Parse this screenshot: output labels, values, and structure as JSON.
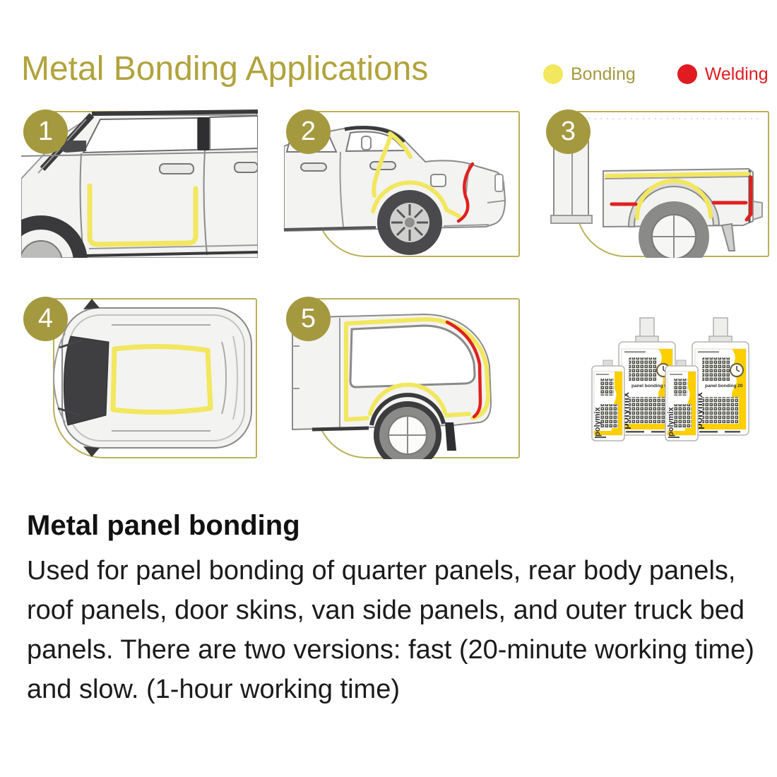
{
  "colors": {
    "title_olive": "#b1a33c",
    "badge_olive": "#a59940",
    "frame_olive": "#bab159",
    "bonding_yellow": "#f2e75e",
    "welding_red": "#e11b22",
    "product_yellow": "#fccf00",
    "text_dark": "#1b1b1b"
  },
  "header": {
    "title": "Metal Bonding Applications",
    "legend": [
      {
        "label": "Bonding",
        "color": "#f2e75e"
      },
      {
        "label": "Welding",
        "color": "#e11b22"
      }
    ]
  },
  "panels": {
    "badges": [
      "1",
      "2",
      "3",
      "4",
      "5"
    ]
  },
  "products": {
    "brand": "polymix",
    "variants": [
      "panel bonding 60",
      "panel bonding 20"
    ]
  },
  "description": {
    "heading": "Metal panel bonding",
    "body": "Used for panel bonding of quarter panels, rear body panels, roof panels, door skins, van side panels, and outer truck bed panels. There are two versions: fast (20-minute working time) and slow. (1-hour working time)"
  }
}
